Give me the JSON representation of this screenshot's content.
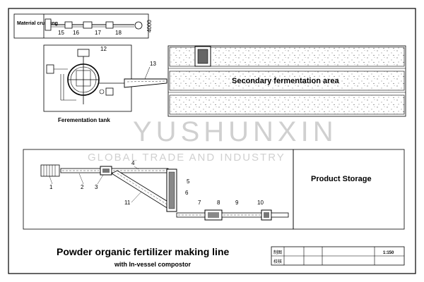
{
  "labels": {
    "material_crushing": "Material crushing",
    "fermentation_tank": "Ferementation tank",
    "secondary_fermentation_area": "Secondary fermentation area",
    "product_storage": "Product Storage",
    "title": "Powder organic fertilizer making line",
    "subtitle": "with In-vessel compostor",
    "dimension_text": "4000",
    "scale": "1:150",
    "table_row1": "制图",
    "table_row2": "校核",
    "watermark_main": "YUSHUNXIN",
    "watermark_sub": "GLOBAL TRADE AND INDUSTRY"
  },
  "callouts": {
    "n1": "1",
    "n2": "2",
    "n3": "3",
    "n4": "4",
    "n5": "5",
    "n6": "6",
    "n7": "7",
    "n8": "8",
    "n9": "9",
    "n10": "10",
    "n11": "11",
    "n12": "12",
    "n13": "13",
    "n15": "15",
    "n16": "16",
    "n17": "17",
    "n18": "18"
  }
}
